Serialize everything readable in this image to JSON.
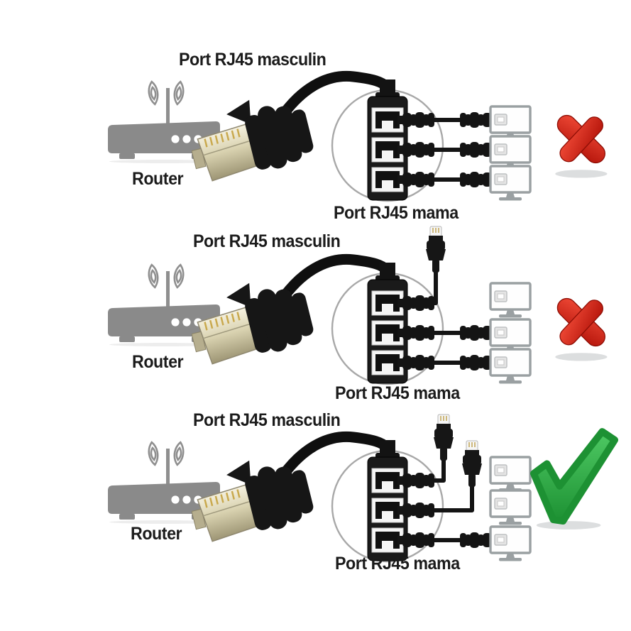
{
  "page": {
    "background_color": "#ffffff",
    "description": "Connection guide for an RJ45 1-male-to-3-female splitter cable: two wrong hookups and one correct hookup"
  },
  "colors": {
    "wrong_x": "#d7261b",
    "correct_check": "#2fae42",
    "device_gray": "#8a8a8a",
    "cable_black": "#141414",
    "text": "#1b1b1b"
  },
  "rows": [
    {
      "male_port_label": "Port RJ45 masculin",
      "router_label": "Router",
      "female_port_label": "Port RJ45 mama",
      "result": "wrong",
      "result_icon": "red-x-icon",
      "monitors": 3,
      "wiring": [
        "splitter port 1 -> monitor 1",
        "splitter port 2 -> monitor 2",
        "splitter port 3 -> monitor 3"
      ]
    },
    {
      "male_port_label": "Port RJ45 masculin",
      "router_label": "Router",
      "female_port_label": "Port RJ45 mama",
      "result": "wrong",
      "result_icon": "red-x-icon",
      "monitors": 3,
      "wiring": [
        "splitter port 1 -> unplugged RJ45 male connector pointing up",
        "splitter port 2 -> monitor 2",
        "splitter port 3 -> monitor 3"
      ]
    },
    {
      "male_port_label": "Port RJ45 masculin",
      "router_label": "Router",
      "female_port_label": "Port RJ45 mama",
      "result": "correct",
      "result_icon": "green-check-icon",
      "monitors": 3,
      "wiring": [
        "splitter port 1 -> unplugged RJ45 male connector pointing up",
        "splitter port 2 -> unplugged RJ45 male connector pointing up",
        "splitter port 3 -> monitor 3"
      ]
    }
  ]
}
